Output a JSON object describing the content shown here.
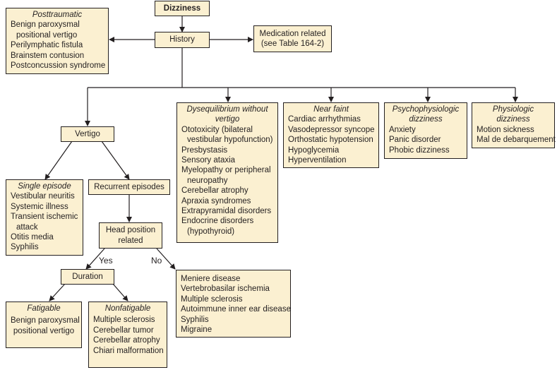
{
  "nodes": {
    "dizziness": "Dizziness",
    "history": "History",
    "medication": [
      "Medication related",
      "(see Table 164-2)"
    ],
    "vertigo": "Vertigo",
    "recurrent": "Recurrent episodes",
    "head_position": [
      "Head position",
      "related"
    ],
    "duration": "Duration"
  },
  "edge_labels": {
    "yes": "Yes",
    "no": "No"
  },
  "boxes": {
    "posttraumatic": {
      "title": "Posttraumatic",
      "items": [
        "Benign paroxysmal",
        "positional vertigo",
        "Perilymphatic fistula",
        "Brainstem contusion",
        "Postconcussion syndrome"
      ]
    },
    "dysequilibrium": {
      "title": [
        "Dysequilibrium without",
        "vertigo"
      ],
      "items": [
        "Ototoxicity (bilateral",
        "vestibular hypofunction)",
        "Presbystasis",
        "Sensory ataxia",
        "Myelopathy or peripheral",
        "neuropathy",
        "Cerebellar atrophy",
        "Apraxia syndromes",
        "Extrapyramidal disorders",
        "Endocrine disorders",
        "(hypothyroid)"
      ]
    },
    "near_faint": {
      "title": "Near faint",
      "items": [
        "Cardiac arrhythmias",
        "Vasodepressor syncope",
        "Orthostatic hypotension",
        "Hypoglycemia",
        "Hyperventilation"
      ]
    },
    "psychophysiologic": {
      "title": [
        "Psychophysiologic",
        "dizziness"
      ],
      "items": [
        "Anxiety",
        "Panic disorder",
        "Phobic dizziness"
      ]
    },
    "physiologic": {
      "title": [
        "Physiologic",
        "dizziness"
      ],
      "items": [
        "Motion sickness",
        "Mal de debarquement"
      ]
    },
    "single_episode": {
      "title": "Single episode",
      "items": [
        "Vestibular neuritis",
        "Systemic illness",
        "Transient ischemic",
        "attack",
        "Otitis media",
        "Syphilis"
      ]
    },
    "no_branch": {
      "items": [
        "Meniere disease",
        "Vertebrobasilar ischemia",
        "Multiple sclerosis",
        "Autoimmune inner ear disease",
        "Syphilis",
        "Migraine"
      ]
    },
    "fatigable": {
      "title": "Fatigable",
      "items": [
        "Benign paroxysmal",
        "positional vertigo"
      ]
    },
    "nonfatigable": {
      "title": "Nonfatigable",
      "items": [
        "Multiple sclerosis",
        "Cerebellar tumor",
        "Cerebellar atrophy",
        "Chiari malformation"
      ]
    }
  },
  "colors": {
    "box_fill": "#fbf0d1",
    "line": "#231f20"
  }
}
